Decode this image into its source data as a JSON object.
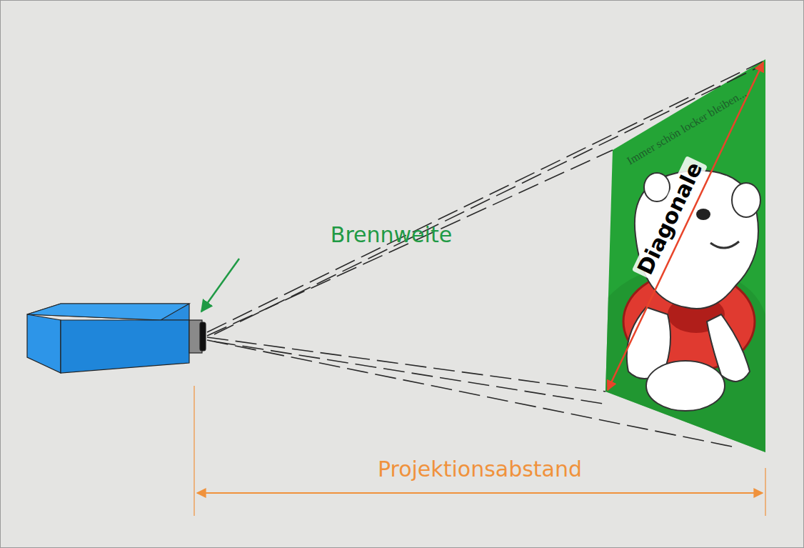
{
  "diagram": {
    "labels": [
      "Brennweite",
      "Diagonale",
      "Projektionsabstand",
      "Immer schön locker bleiben..."
    ]
  }
}
